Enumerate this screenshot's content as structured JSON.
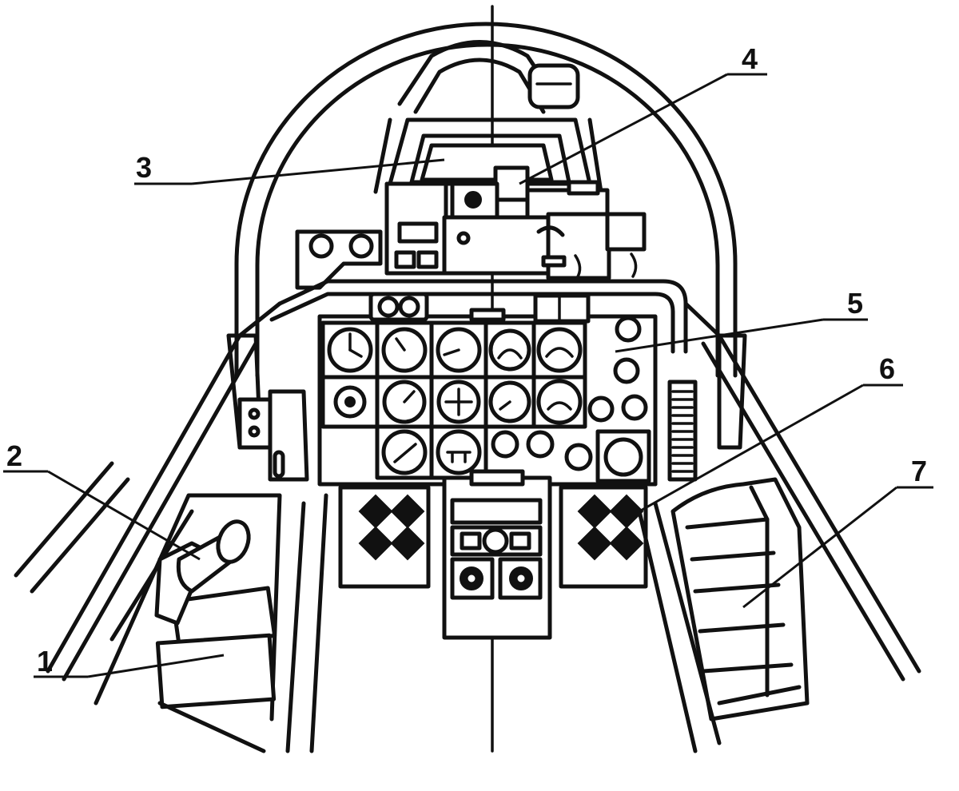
{
  "callouts": [
    {
      "label": "1"
    },
    {
      "label": "2"
    },
    {
      "label": "3"
    },
    {
      "label": "4"
    },
    {
      "label": "5"
    },
    {
      "label": "6"
    },
    {
      "label": "7"
    }
  ],
  "colors": {
    "ink": "#111111",
    "paper": "#ffffff"
  }
}
